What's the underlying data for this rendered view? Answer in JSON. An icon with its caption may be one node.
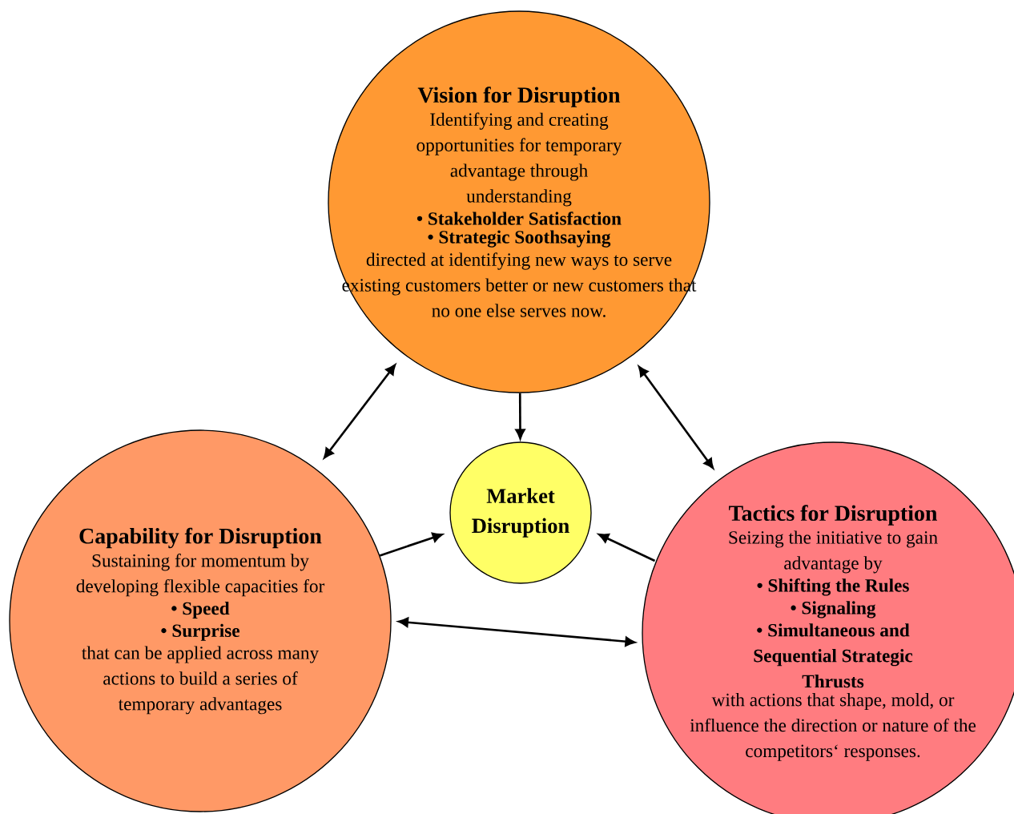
{
  "diagram": {
    "nodes": [
      {
        "text": [
          "Vision for Disruption",
          "Identifying and creating opportunities for temporary advantage through understanding",
          "• Stakeholder Satisfaction",
          "• Strategic Soothsaying",
          "directed at identifying new ways to serve existing customers better or new customers that no one else serves now."
        ]
      },
      {
        "text": [
          "Capability for Disruption",
          "Sustaining for momentum by developing flexible capacities for",
          "• Speed",
          "• Surprise",
          "that can be applied across many actions to build a series of temporary advantages"
        ]
      },
      {
        "text": [
          "Tactics for Disruption",
          "Seizing the initiative to gain advantage by",
          "• Shifting the Rules",
          "• Signaling",
          "• Simultaneous and Sequential Strategic Thrusts",
          "with actions that shape, mold, or influence the direction or nature of the competitors‘ responses."
        ]
      },
      {
        "text": [
          "Market Disruption"
        ]
      }
    ],
    "edges": [
      {
        "from": 0,
        "to": 1,
        "arrow": "both"
      },
      {
        "from": 0,
        "to": 2,
        "arrow": "both"
      },
      {
        "from": 0,
        "to": 3,
        "arrow": "to"
      },
      {
        "from": 1,
        "to": 3,
        "arrow": "to"
      },
      {
        "from": 2,
        "to": 3,
        "arrow": "to"
      },
      {
        "from": 1,
        "to": 2,
        "arrow": "both"
      }
    ]
  }
}
